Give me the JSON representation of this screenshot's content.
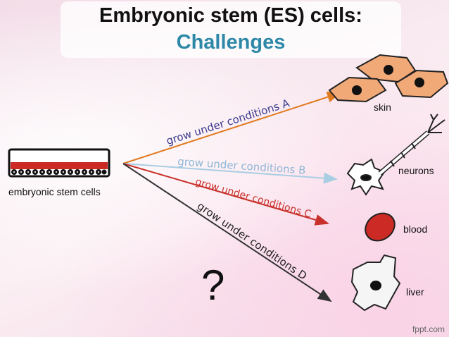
{
  "title": {
    "line1": "Embryonic stem (ES) cells:",
    "line2": "Challenges"
  },
  "source": {
    "label": "embryonic stem cells"
  },
  "arrows": [
    {
      "label": "grow under conditions A",
      "color": "#e07a20",
      "target": "skin"
    },
    {
      "label": "grow under conditions B",
      "color": "#a9cde3",
      "target": "neurons"
    },
    {
      "label": "grow under conditions C",
      "color": "#c8312b",
      "target": "blood"
    },
    {
      "label": "grow under conditions D",
      "color": "#333333",
      "target": "liver"
    }
  ],
  "targets": {
    "skin": "skin",
    "neurons": "neurons",
    "blood": "blood",
    "liver": "liver"
  },
  "question_mark": "?",
  "watermark": "fppt.com",
  "colors": {
    "title_accent": "#2e88a8",
    "skin_cell": "#f2a978",
    "blood_cell": "#cc2a25"
  }
}
